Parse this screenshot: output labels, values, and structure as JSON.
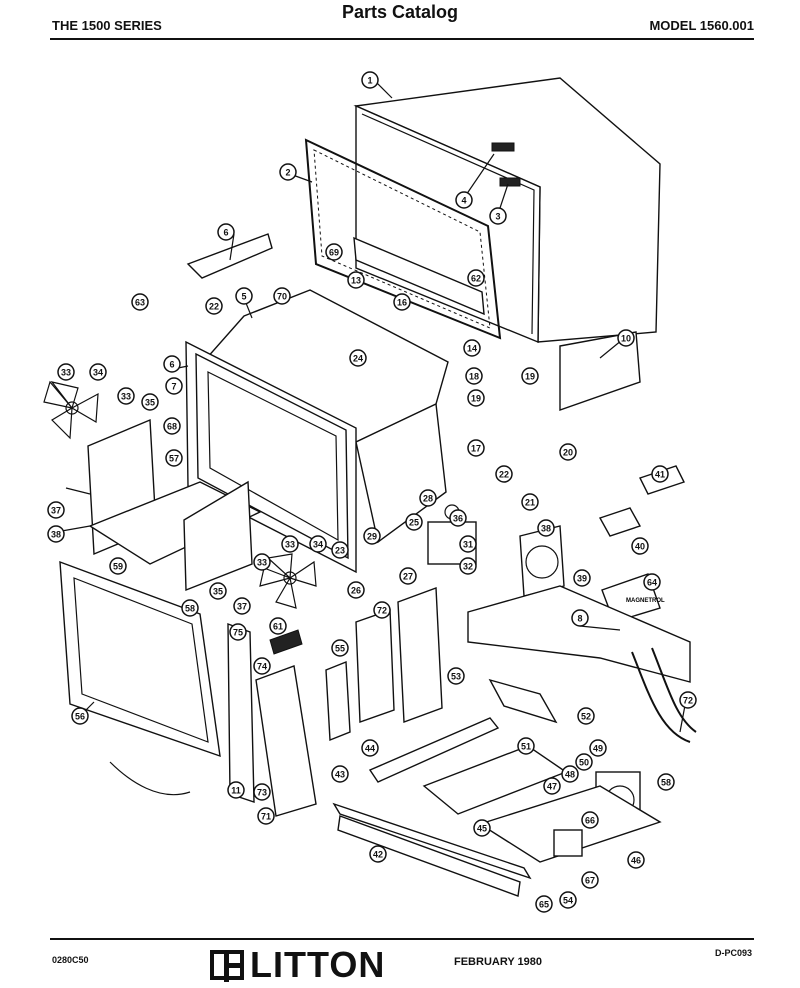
{
  "header": {
    "series": "THE 1500 SERIES",
    "title": "Parts Catalog",
    "model": "MODEL 1560.001"
  },
  "footer": {
    "code": "0280C50",
    "brand": "LITTON",
    "date": "FEBRUARY 1980",
    "doc_id": "D-PC093"
  },
  "callouts": [
    {
      "label": "1"
    },
    {
      "label": "2"
    },
    {
      "label": "4"
    },
    {
      "label": "3"
    },
    {
      "label": "6"
    },
    {
      "label": "69"
    },
    {
      "label": "13"
    },
    {
      "label": "62"
    },
    {
      "label": "63"
    },
    {
      "label": "22"
    },
    {
      "label": "5"
    },
    {
      "label": "70"
    },
    {
      "label": "16"
    },
    {
      "label": "14"
    },
    {
      "label": "10"
    },
    {
      "label": "6"
    },
    {
      "label": "7"
    },
    {
      "label": "24"
    },
    {
      "label": "18"
    },
    {
      "label": "19"
    },
    {
      "label": "33"
    },
    {
      "label": "34"
    },
    {
      "label": "33"
    },
    {
      "label": "35"
    },
    {
      "label": "68"
    },
    {
      "label": "19"
    },
    {
      "label": "57"
    },
    {
      "label": "17"
    },
    {
      "label": "20"
    },
    {
      "label": "22"
    },
    {
      "label": "41"
    },
    {
      "label": "37"
    },
    {
      "label": "21"
    },
    {
      "label": "28"
    },
    {
      "label": "25"
    },
    {
      "label": "36"
    },
    {
      "label": "38"
    },
    {
      "label": "40"
    },
    {
      "label": "33"
    },
    {
      "label": "34"
    },
    {
      "label": "29"
    },
    {
      "label": "31"
    },
    {
      "label": "38"
    },
    {
      "label": "59"
    },
    {
      "label": "23"
    },
    {
      "label": "32"
    },
    {
      "label": "26"
    },
    {
      "label": "27"
    },
    {
      "label": "39"
    },
    {
      "label": "58"
    },
    {
      "label": "35"
    },
    {
      "label": "37"
    },
    {
      "label": "33"
    },
    {
      "label": "64"
    },
    {
      "label": "72"
    },
    {
      "label": "8"
    },
    {
      "label": "75"
    },
    {
      "label": "61"
    },
    {
      "label": "55"
    },
    {
      "label": "53"
    },
    {
      "label": "74"
    },
    {
      "label": "56"
    },
    {
      "label": "72"
    },
    {
      "label": "52"
    },
    {
      "label": "44"
    },
    {
      "label": "51"
    },
    {
      "label": "49"
    },
    {
      "label": "58"
    },
    {
      "label": "50"
    },
    {
      "label": "48"
    },
    {
      "label": "11"
    },
    {
      "label": "73"
    },
    {
      "label": "43"
    },
    {
      "label": "47"
    },
    {
      "label": "66"
    },
    {
      "label": "71"
    },
    {
      "label": "45"
    },
    {
      "label": "42"
    },
    {
      "label": "46"
    },
    {
      "label": "67"
    },
    {
      "label": "65"
    },
    {
      "label": "54"
    }
  ],
  "part_label": "MAGNETROL"
}
